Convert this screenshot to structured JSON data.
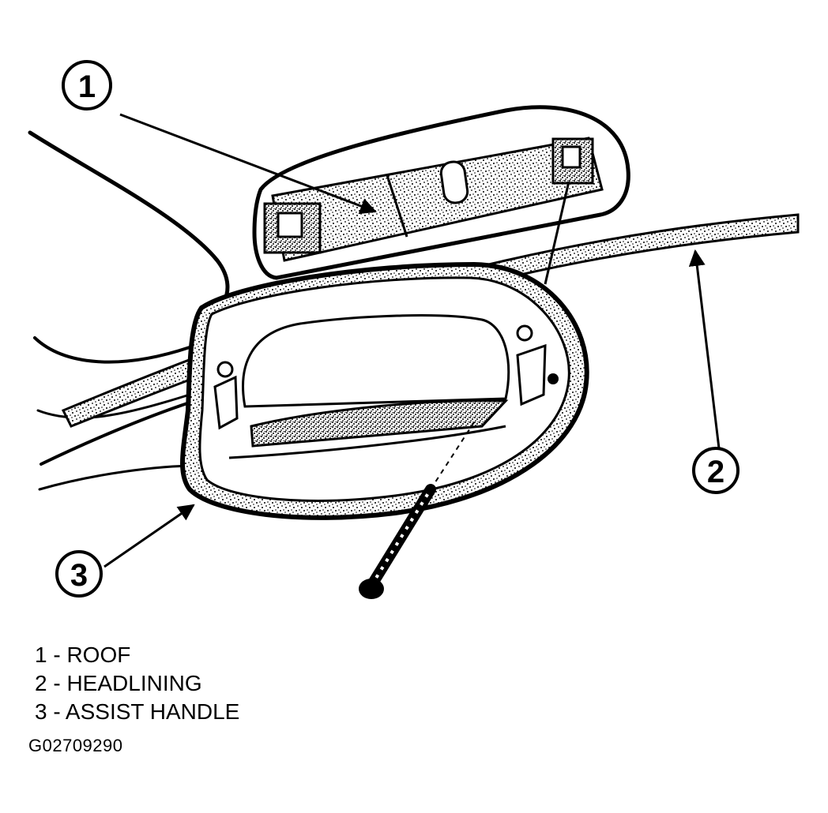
{
  "callouts": [
    {
      "number": "1",
      "target": "roof"
    },
    {
      "number": "2",
      "target": "headlining"
    },
    {
      "number": "3",
      "target": "assist-handle"
    }
  ],
  "legend": [
    {
      "text": "1 - ROOF"
    },
    {
      "text": "2 - HEADLINING"
    },
    {
      "text": "3 - ASSIST HANDLE"
    }
  ],
  "figure_id": "G02709290"
}
